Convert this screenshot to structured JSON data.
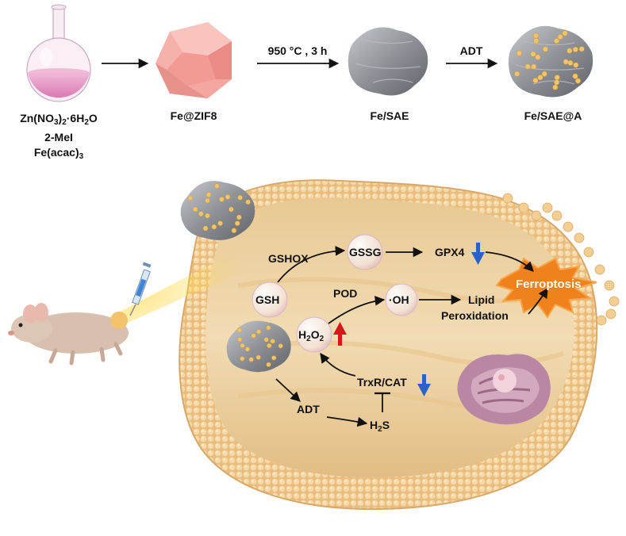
{
  "synthesis": {
    "precursor": {
      "line1_a": "Zn(NO",
      "line1_sub1": "3",
      "line1_b": ")",
      "line1_sub2": "2",
      "line1_c": "·6H",
      "line1_sub3": "2",
      "line1_d": "O",
      "line2": "2-MeI",
      "line3_a": "Fe(acac)",
      "line3_sub": "3"
    },
    "step1_product": "Fe@ZIF8",
    "step2_condition": "950 °C , 3 h",
    "step2_product": "Fe/SAE",
    "step3_condition": "ADT",
    "step3_product": "Fe/SAE@A"
  },
  "cell": {
    "gshox": "GSHOX",
    "gssg": "GSSG",
    "gpx4": "GPX4",
    "ferroptosis": "Ferroptosis",
    "gsh": "GSH",
    "pod": "POD",
    "oh_radical": "·OH",
    "lipid": "Lipid",
    "peroxidation": "Peroxidation",
    "h2o2_a": "H",
    "h2o2_sub1": "2",
    "h2o2_b": "O",
    "h2o2_sub2": "2",
    "trxr_cat": "TrxR/CAT",
    "adt": "ADT",
    "h2s_a": "H",
    "h2s_sub": "2",
    "h2s_b": "S"
  },
  "colors": {
    "flask_liquid": "#e58fc0",
    "zif8": "#f4a6a0",
    "sae": "#8e9297",
    "particle": "#f2c36a",
    "cell_membrane": "#f0c98f",
    "cell_interior": "#efd2a2",
    "ferroptosis_burst": "#f0821e",
    "up_arrow": "#d8171d",
    "down_arrow": "#2a62c8",
    "mitochondria": "#b987a3"
  },
  "icons": {
    "flask": "round-bottom-flask-icon",
    "syringe": "syringe-icon",
    "mouse": "mouse-icon",
    "up_arrow": "red-up-arrow-icon",
    "down_arrow": "blue-down-arrow-icon",
    "inhibition": "inhibition-bar-icon"
  }
}
